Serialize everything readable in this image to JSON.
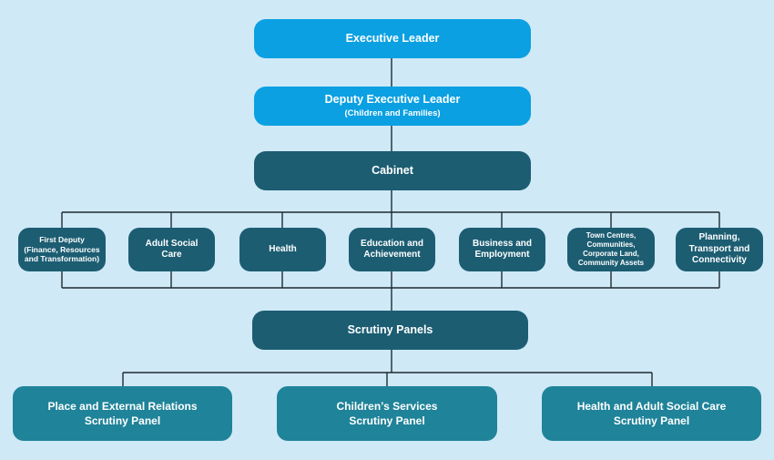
{
  "executive_leader": {
    "label": "Executive Leader"
  },
  "deputy_leader": {
    "label": "Deputy Executive Leader",
    "subtitle": "(Children and Families)"
  },
  "cabinet": {
    "label": "Cabinet"
  },
  "portfolios": [
    {
      "label": "First Deputy (Finance, Resources and Transformation)"
    },
    {
      "label": "Adult Social Care"
    },
    {
      "label": "Health"
    },
    {
      "label": "Education and Achievement"
    },
    {
      "label": "Business and Employment"
    },
    {
      "label": "Town Centres, Communities, Corporate Land, Community Assets"
    },
    {
      "label": "Planning, Transport and Connectivity"
    }
  ],
  "scrutiny": {
    "label": "Scrutiny Panels"
  },
  "panels": [
    {
      "line1": "Place and External Relations",
      "line2": "Scrutiny Panel"
    },
    {
      "line1": "Children’s Services",
      "line2": "Scrutiny Panel"
    },
    {
      "line1": "Health and Adult Social Care",
      "line2": "Scrutiny Panel"
    }
  ],
  "colors": {
    "background": "#cfe9f7",
    "leader_box": "#0aa0e2",
    "cabinet_box": "#1c5d72",
    "panel_box": "#1f8399",
    "connector": "#1e2b30"
  }
}
